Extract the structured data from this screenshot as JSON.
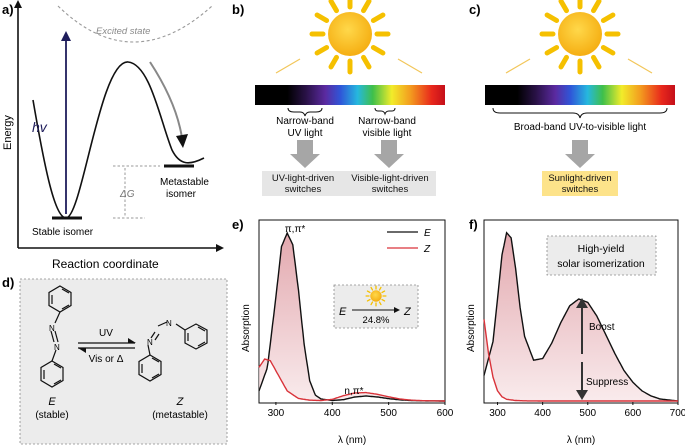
{
  "panels": {
    "a": {
      "letter": "a)",
      "excited": "Excited state",
      "energy": "Energy",
      "hv": "hv",
      "dg": "ΔG",
      "stable": "Stable isomer",
      "metastable1": "Metastable",
      "metastable2": "isomer",
      "xaxis": "Reaction coordinate"
    },
    "b": {
      "letter": "b)",
      "uv1": "Narrow-band",
      "uv2": "UV light",
      "vis1": "Narrow-band",
      "vis2": "visible light",
      "box1a": "UV-light-driven",
      "box1b": "switches",
      "box2a": "Visible-light-driven",
      "box2b": "switches"
    },
    "c": {
      "letter": "c)",
      "broad": "Broad-band UV-to-visible light",
      "box1": "Sunlight-driven",
      "box2": "switches"
    },
    "d": {
      "letter": "d)",
      "uv": "UV",
      "vis": "Vis or Δ",
      "e": "E",
      "e_sub": "(stable)",
      "z": "Z",
      "z_sub": "(metastable)",
      "n_atom": "N"
    },
    "e": {
      "letter": "e)",
      "ylabel": "Absorption",
      "xlabel": "λ (nm)",
      "pp": "π,π*",
      "np": "n,π*",
      "eff_e": "E",
      "eff_z": "Z",
      "eff_pct": "24.8%"
    },
    "f": {
      "letter": "f)",
      "ylabel": "Absorption",
      "xlabel": "λ (nm)",
      "box1": "High-yield",
      "box2": "solar isomerization",
      "boost": "Boost",
      "suppress": "Suppress"
    }
  },
  "colors": {
    "sun": "#f5c000",
    "sun_core": "#f7b617",
    "e_curve": "#111111",
    "z_curve": "#d9333a",
    "fill": "#e8aeb3",
    "box_gray": "#e6e6e6",
    "box_yellow": "#fde38a",
    "panel_d_bg": "#ececec"
  },
  "chart_data": [
    {
      "panel": "e",
      "type": "line",
      "xlabel": "λ (nm)",
      "ylabel": "Absorption",
      "xlim": [
        270,
        600
      ],
      "xticks": [
        300,
        400,
        500,
        600
      ],
      "legend": "top-right",
      "series": [
        {
          "name": "E",
          "x": [
            270,
            285,
            300,
            310,
            320,
            330,
            340,
            350,
            360,
            370,
            380,
            400,
            420,
            440,
            460,
            480,
            500,
            520,
            540,
            560,
            600
          ],
          "values": [
            0.06,
            0.2,
            0.62,
            0.92,
            1.0,
            0.93,
            0.66,
            0.34,
            0.12,
            0.035,
            0.012,
            0.003,
            0.008,
            0.024,
            0.03,
            0.024,
            0.014,
            0.007,
            0.003,
            0.001,
            0.0
          ]
        },
        {
          "name": "Z",
          "x": [
            270,
            280,
            290,
            300,
            310,
            320,
            340,
            360,
            380,
            400,
            420,
            440,
            460,
            480,
            500,
            520,
            540,
            560,
            600
          ],
          "values": [
            0.2,
            0.25,
            0.24,
            0.18,
            0.12,
            0.06,
            0.015,
            0.005,
            0.003,
            0.01,
            0.032,
            0.048,
            0.05,
            0.04,
            0.025,
            0.012,
            0.005,
            0.002,
            0.0
          ]
        }
      ]
    },
    {
      "panel": "f",
      "type": "line",
      "xlabel": "λ (nm)",
      "ylabel": "Absorption",
      "xlim": [
        270,
        700
      ],
      "xticks": [
        300,
        400,
        500,
        600,
        700
      ],
      "series": [
        {
          "name": "E",
          "x": [
            270,
            290,
            300,
            310,
            320,
            330,
            340,
            350,
            360,
            380,
            400,
            420,
            440,
            460,
            480,
            500,
            520,
            540,
            560,
            580,
            600,
            620,
            640,
            660,
            700
          ],
          "values": [
            0.15,
            0.35,
            0.6,
            0.86,
            0.99,
            0.96,
            0.78,
            0.55,
            0.38,
            0.24,
            0.25,
            0.34,
            0.46,
            0.56,
            0.6,
            0.58,
            0.5,
            0.39,
            0.28,
            0.18,
            0.11,
            0.06,
            0.03,
            0.012,
            0.0
          ]
        },
        {
          "name": "Z",
          "x": [
            270,
            280,
            290,
            300,
            310,
            320,
            340,
            360,
            400,
            500,
            600,
            700
          ],
          "values": [
            0.48,
            0.28,
            0.14,
            0.06,
            0.025,
            0.01,
            0.003,
            0.001,
            0.0,
            0.0,
            0.0,
            0.0
          ]
        }
      ]
    }
  ]
}
